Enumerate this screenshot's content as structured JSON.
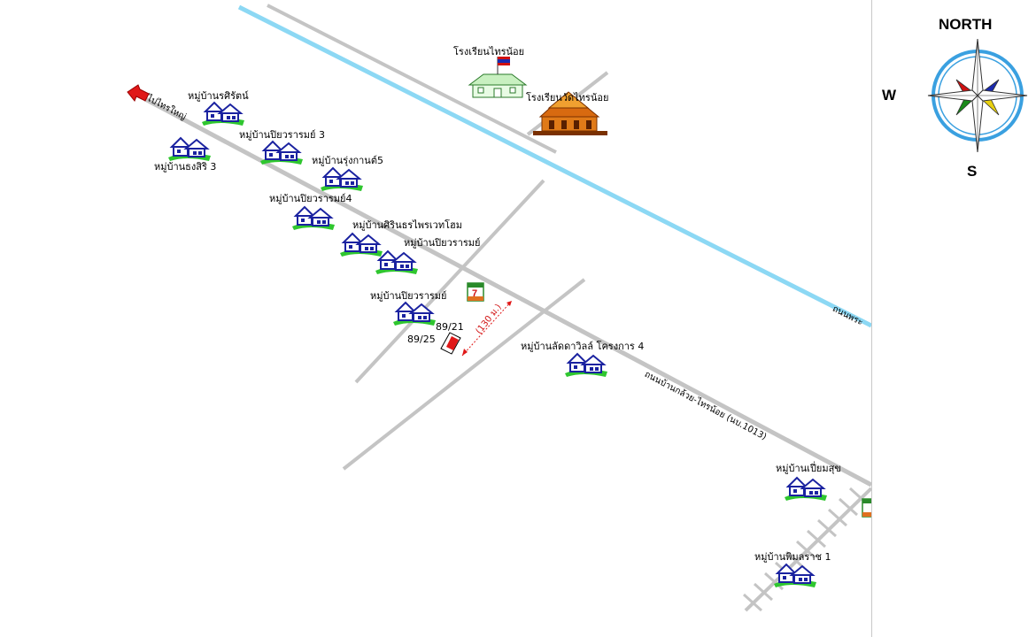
{
  "compass": {
    "north": "NORTH",
    "west": "W",
    "south": "S"
  },
  "roads": {
    "main": "ถนนบ้านกล้วย-ไทรน้อย (นบ.1013)",
    "to_sai_yai": "ไปไทรใหญ่",
    "blue": "ถนนพระ"
  },
  "places": {
    "school_1": "โรงเรียนไทรน้อย",
    "school_2": "โรงเรียนวัดไทรน้อย",
    "v_sirirat": "หมู่บ้านรศิรัตน์",
    "v_thongsiri": "หมู่บ้านธงสิริ 3",
    "v_piyawaram3": "หมู่บ้านปิยวรารมย์ 3",
    "v_rungkan5": "หมู่บ้านรุ่งกานต์5",
    "v_piyawaram4": "หมู่บ้านปิยวรารมย์4",
    "v_sirinthorn": "หมู่บ้านศิรินธรไพรเวทโฮม",
    "v_piyawaram_a": "หมู่บ้านปิยวรารมย์",
    "v_piyawaram_b": "หมู่บ้านปิยวรารมย์",
    "v_ladawan": "หมู่บ้านลัดดาวิลล์ โครงการ 4",
    "v_piamsuk": "หมู่บ้านเปี่ยมสุข",
    "v_pimolrat": "หมู่บ้านพิมลราช 1"
  },
  "plots": {
    "a": "89/21",
    "b": "89/25"
  },
  "distance": "(130 ม.)",
  "store": "7",
  "colors": {
    "road": "#c4c4c4",
    "canal": "#8cd8f4",
    "house": "#1a22a0",
    "lawn": "#2fc62f",
    "marker": "#e01818"
  }
}
